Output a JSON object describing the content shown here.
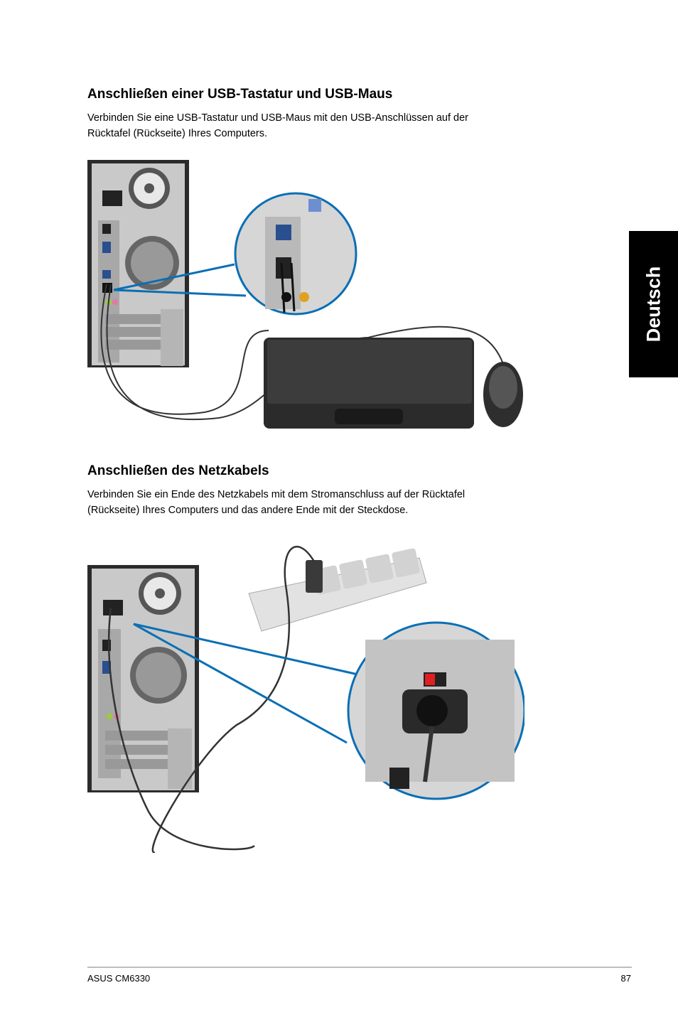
{
  "sidebar_tab": {
    "label": "Deutsch"
  },
  "section_usb": {
    "heading": "Anschließen einer USB-Tastatur und USB-Maus",
    "line1": "Verbinden Sie eine USB-Tastatur und USB-Maus mit den USB-Anschlüssen auf der",
    "line2": "Rücktafel (Rückseite) Ihres Computers."
  },
  "section_power": {
    "heading": "Anschließen des Netzkabels",
    "line1": "Verbinden Sie ein Ende des Netzkabels mit dem Stromanschluss auf der Rücktafel",
    "line2": "(Rückseite) Ihres Computers und das andere Ende mit der Steckdose."
  },
  "footer": {
    "product": "ASUS CM6330",
    "page_number": "87"
  },
  "colors": {
    "callout": "#0a6fb5",
    "tab_background": "#000000",
    "tab_text": "#ffffff"
  }
}
